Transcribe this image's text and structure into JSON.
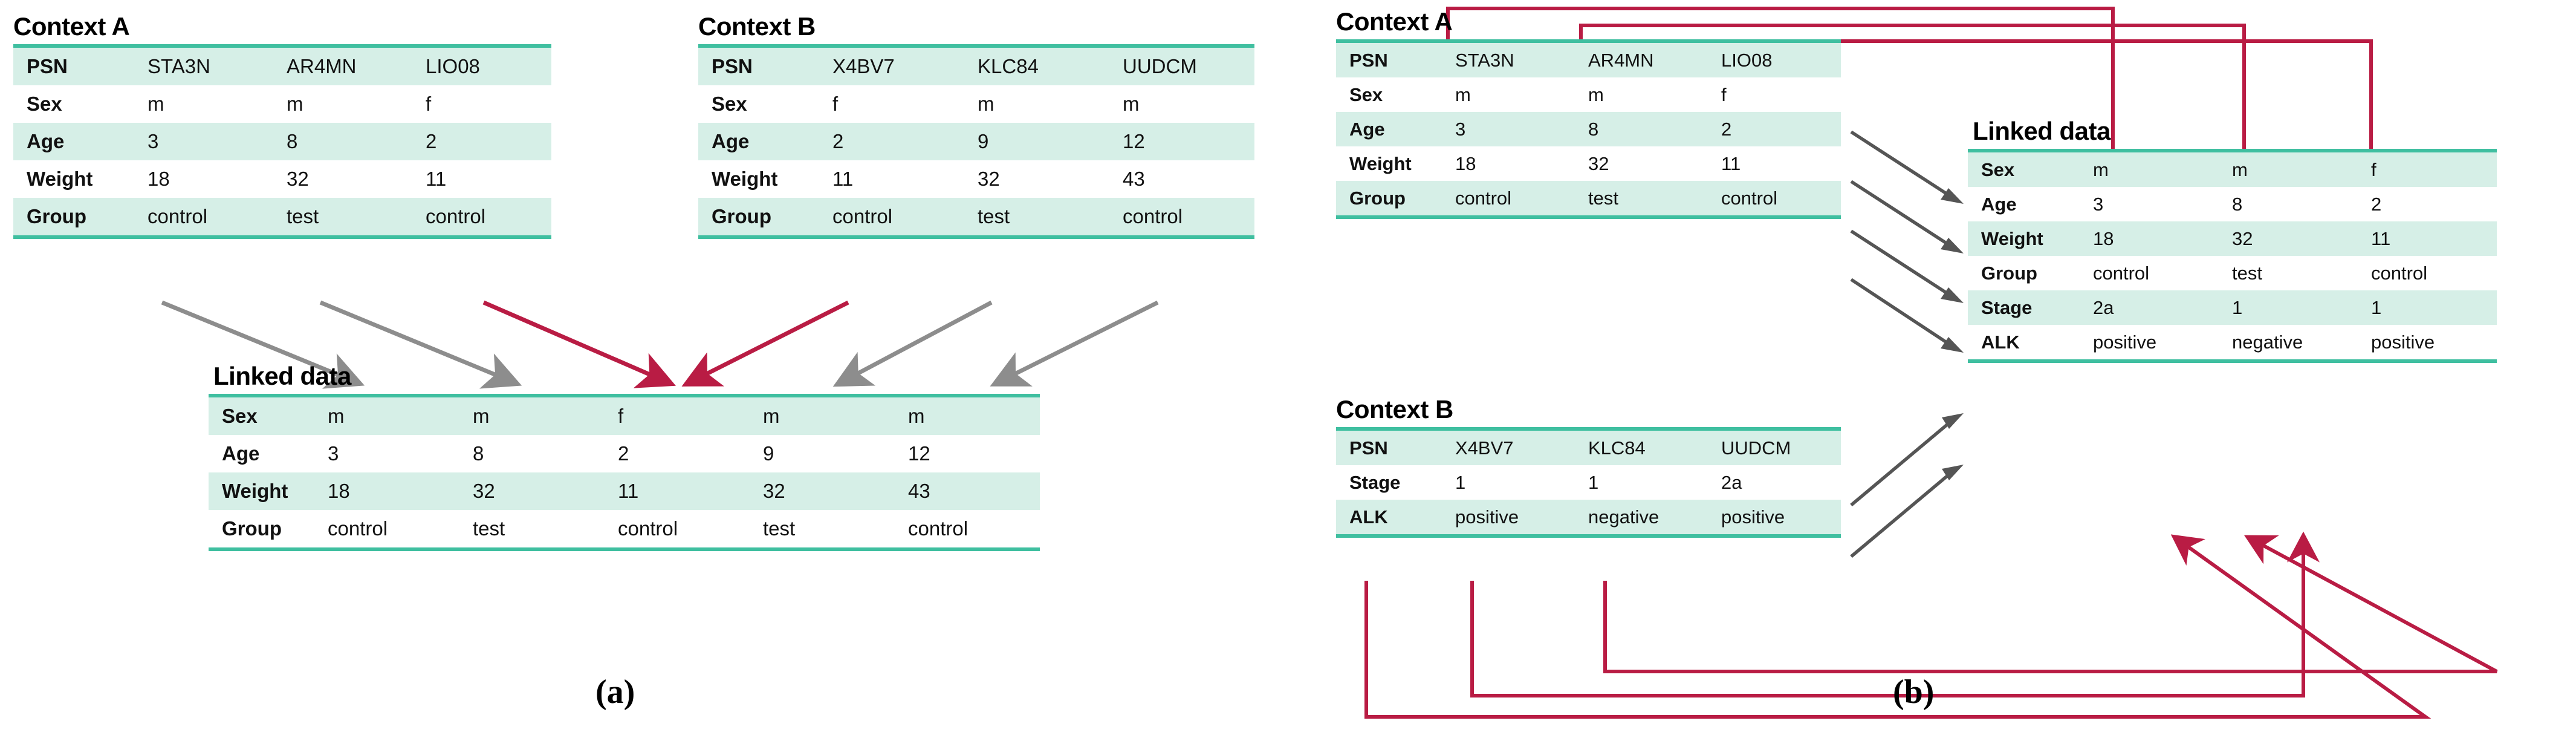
{
  "figure": {
    "panel_a_label": "(a)",
    "panel_b_label": "(b)",
    "colors": {
      "table_rule": "#3fbfa0",
      "row_shade": "#d6efe7",
      "red_link": "#b91c44",
      "gray_link": "#8d8d8d",
      "text": "#111111"
    }
  },
  "panel_a": {
    "context_a": {
      "title": "Context A",
      "rows": [
        {
          "label": "PSN",
          "values": [
            "STA3N",
            "AR4MN",
            "LIO08"
          ],
          "shaded": true
        },
        {
          "label": "Sex",
          "values": [
            "m",
            "m",
            "f"
          ],
          "shaded": false
        },
        {
          "label": "Age",
          "values": [
            "3",
            "8",
            "2"
          ],
          "shaded": true
        },
        {
          "label": "Weight",
          "values": [
            "18",
            "32",
            "11"
          ],
          "shaded": false
        },
        {
          "label": "Group",
          "values": [
            "control",
            "test",
            "control"
          ],
          "shaded": true
        }
      ]
    },
    "context_b": {
      "title": "Context B",
      "rows": [
        {
          "label": "PSN",
          "values": [
            "X4BV7",
            "KLC84",
            "UUDCM"
          ],
          "shaded": true
        },
        {
          "label": "Sex",
          "values": [
            "f",
            "m",
            "m"
          ],
          "shaded": false
        },
        {
          "label": "Age",
          "values": [
            "2",
            "9",
            "12"
          ],
          "shaded": true
        },
        {
          "label": "Weight",
          "values": [
            "11",
            "32",
            "43"
          ],
          "shaded": false
        },
        {
          "label": "Group",
          "values": [
            "control",
            "test",
            "control"
          ],
          "shaded": true
        }
      ]
    },
    "linked": {
      "title": "Linked data",
      "rows": [
        {
          "label": "Sex",
          "values": [
            "m",
            "m",
            "f",
            "m",
            "m"
          ],
          "shaded": true
        },
        {
          "label": "Age",
          "values": [
            "3",
            "8",
            "2",
            "9",
            "12"
          ],
          "shaded": false
        },
        {
          "label": "Weight",
          "values": [
            "18",
            "32",
            "11",
            "32",
            "43"
          ],
          "shaded": true
        },
        {
          "label": "Group",
          "values": [
            "control",
            "test",
            "control",
            "test",
            "control"
          ],
          "shaded": false
        }
      ]
    }
  },
  "panel_b": {
    "context_a": {
      "title": "Context A",
      "rows": [
        {
          "label": "PSN",
          "values": [
            "STA3N",
            "AR4MN",
            "LIO08"
          ],
          "shaded": true
        },
        {
          "label": "Sex",
          "values": [
            "m",
            "m",
            "f"
          ],
          "shaded": false
        },
        {
          "label": "Age",
          "values": [
            "3",
            "8",
            "2"
          ],
          "shaded": true
        },
        {
          "label": "Weight",
          "values": [
            "18",
            "32",
            "11"
          ],
          "shaded": false
        },
        {
          "label": "Group",
          "values": [
            "control",
            "test",
            "control"
          ],
          "shaded": true
        }
      ]
    },
    "context_b": {
      "title": "Context B",
      "rows": [
        {
          "label": "PSN",
          "values": [
            "X4BV7",
            "KLC84",
            "UUDCM"
          ],
          "shaded": true
        },
        {
          "label": "Stage",
          "values": [
            "1",
            "1",
            "2a"
          ],
          "shaded": false
        },
        {
          "label": "ALK",
          "values": [
            "positive",
            "negative",
            "positive"
          ],
          "shaded": true
        }
      ]
    },
    "linked": {
      "title": "Linked data",
      "rows": [
        {
          "label": "Sex",
          "values": [
            "m",
            "m",
            "f"
          ],
          "shaded": true
        },
        {
          "label": "Age",
          "values": [
            "3",
            "8",
            "2"
          ],
          "shaded": false
        },
        {
          "label": "Weight",
          "values": [
            "18",
            "32",
            "11"
          ],
          "shaded": true
        },
        {
          "label": "Group",
          "values": [
            "control",
            "test",
            "control"
          ],
          "shaded": false
        },
        {
          "label": "Stage",
          "values": [
            "2a",
            "1",
            "1"
          ],
          "shaded": true
        },
        {
          "label": "ALK",
          "values": [
            "positive",
            "negative",
            "positive"
          ],
          "shaded": false
        }
      ]
    }
  }
}
